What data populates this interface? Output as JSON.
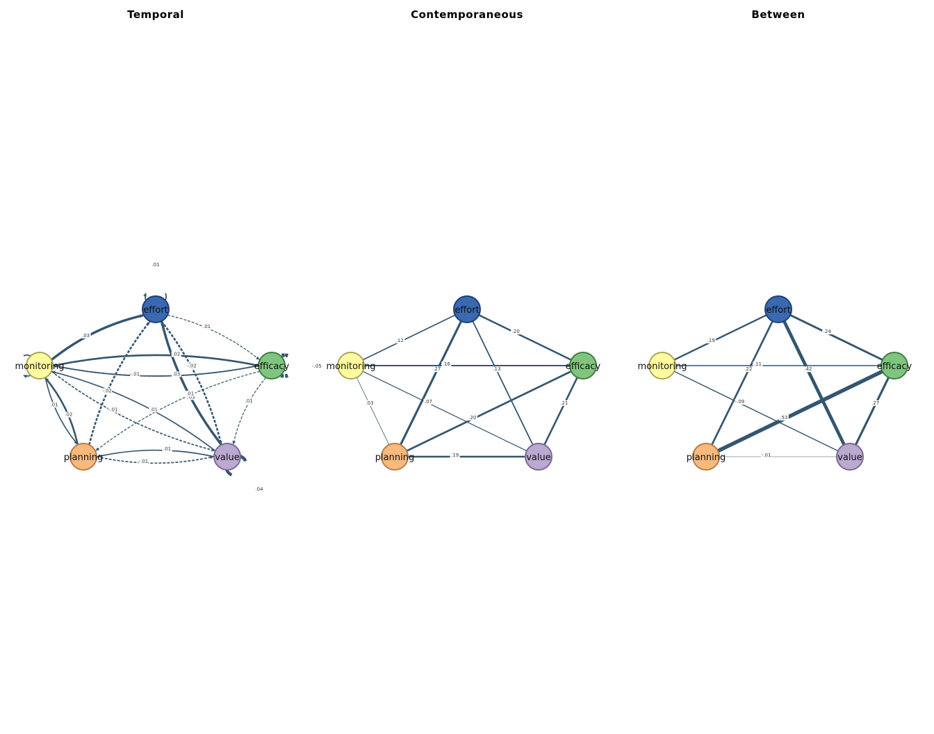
{
  "nodes": [
    {
      "id": "effort",
      "label": "effort",
      "fill": "#3a69b0",
      "stroke": "#1f3f78"
    },
    {
      "id": "efficacy",
      "label": "efficacy",
      "fill": "#7fc57f",
      "stroke": "#3f7f3f"
    },
    {
      "id": "value",
      "label": "value",
      "fill": "#bca9d1",
      "stroke": "#7a6a91"
    },
    {
      "id": "planning",
      "label": "planning",
      "fill": "#f8b97c",
      "stroke": "#b57f4a"
    },
    {
      "id": "monitoring",
      "label": "monitoring",
      "fill": "#fffca0",
      "stroke": "#a9a55a"
    }
  ],
  "edge_color": "#34566f",
  "panels": [
    {
      "title": "Temporal",
      "directed": true,
      "edges": [
        {
          "from": "effort",
          "to": "effort",
          "label": ".01",
          "weight": 0.01
        },
        {
          "from": "efficacy",
          "to": "efficacy",
          "label": "-.05",
          "weight": -0.05
        },
        {
          "from": "value",
          "to": "value",
          "label": ".04",
          "weight": 0.04
        },
        {
          "from": "monitoring",
          "to": "monitoring",
          "label": ".01",
          "weight": 0.01
        },
        {
          "from": "monitoring",
          "to": "effort",
          "label": ".03",
          "weight": 0.03
        },
        {
          "from": "effort",
          "to": "efficacy",
          "label": ".01",
          "weight": -0.005
        },
        {
          "from": "efficacy",
          "to": "monitoring",
          "label": ".02",
          "weight": 0.02
        },
        {
          "from": "monitoring",
          "to": "efficacy",
          "label": "-.01",
          "weight": -0.01
        },
        {
          "from": "efficacy",
          "to": "monitoring",
          "label": ".03",
          "weight": 0.01
        },
        {
          "from": "planning",
          "to": "effort",
          "label": "-.02",
          "weight": -0.02
        },
        {
          "from": "value",
          "to": "effort",
          "label": ".03",
          "weight": 0.03
        },
        {
          "from": "effort",
          "to": "value",
          "label": "-.02",
          "weight": -0.02
        },
        {
          "from": "efficacy",
          "to": "value",
          "label": ".01",
          "weight": -0.005
        },
        {
          "from": "efficacy",
          "to": "planning",
          "label": ".01",
          "weight": -0.005
        },
        {
          "from": "monitoring",
          "to": "planning",
          "label": ".01",
          "weight": 0.01
        },
        {
          "from": "planning",
          "to": "monitoring",
          "label": ".02",
          "weight": 0.02
        },
        {
          "from": "monitoring",
          "to": "value",
          "label": "-.01",
          "weight": -0.01
        },
        {
          "from": "value",
          "to": "monitoring",
          "label": ".01",
          "weight": 0.01
        },
        {
          "from": "planning",
          "to": "value",
          "label": "-.01",
          "weight": -0.01
        },
        {
          "from": "value",
          "to": "planning",
          "label": ".01",
          "weight": 0.01
        }
      ]
    },
    {
      "title": "Contemporaneous",
      "directed": false,
      "edges": [
        {
          "from": "monitoring",
          "to": "effort",
          "label": ".12",
          "weight": 0.12
        },
        {
          "from": "effort",
          "to": "efficacy",
          "label": ".20",
          "weight": 0.2
        },
        {
          "from": "monitoring",
          "to": "efficacy",
          "label": ".16",
          "weight": 0.16
        },
        {
          "from": "effort",
          "to": "planning",
          "label": ".27",
          "weight": 0.27
        },
        {
          "from": "effort",
          "to": "value",
          "label": ".13",
          "weight": 0.13
        },
        {
          "from": "monitoring",
          "to": "planning",
          "label": ".03",
          "weight": 0.03
        },
        {
          "from": "monitoring",
          "to": "value",
          "label": ".07",
          "weight": 0.07
        },
        {
          "from": "planning",
          "to": "efficacy",
          "label": ".20",
          "weight": 0.22
        },
        {
          "from": "efficacy",
          "to": "value",
          "label": ".21",
          "weight": 0.21
        },
        {
          "from": "planning",
          "to": "value",
          "label": ".19",
          "weight": 0.19
        }
      ]
    },
    {
      "title": "Between",
      "directed": false,
      "edges": [
        {
          "from": "monitoring",
          "to": "effort",
          "label": ".19",
          "weight": 0.19
        },
        {
          "from": "effort",
          "to": "efficacy",
          "label": ".24",
          "weight": 0.24
        },
        {
          "from": "monitoring",
          "to": "efficacy",
          "label": ".11",
          "weight": 0.11
        },
        {
          "from": "effort",
          "to": "planning",
          "label": ".22",
          "weight": 0.22
        },
        {
          "from": "effort",
          "to": "value",
          "label": ".42",
          "weight": 0.42
        },
        {
          "from": "monitoring",
          "to": "value",
          "label": "-.09",
          "weight": -0.09
        },
        {
          "from": "planning",
          "to": "efficacy",
          "label": ".53",
          "weight": 0.53
        },
        {
          "from": "efficacy",
          "to": "value",
          "label": ".27",
          "weight": 0.27
        },
        {
          "from": "planning",
          "to": "value",
          "label": "-.01",
          "weight": -0.01
        }
      ]
    }
  ]
}
